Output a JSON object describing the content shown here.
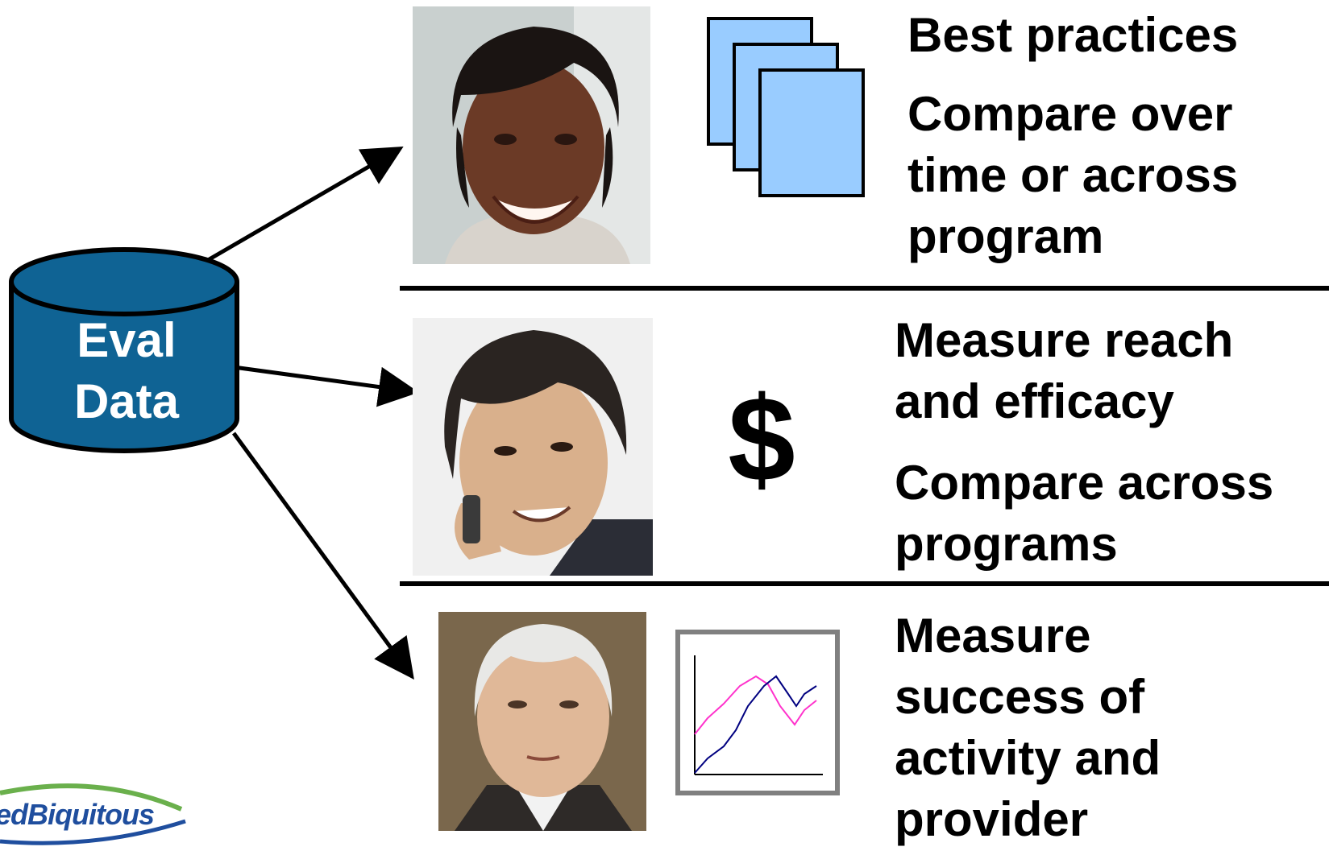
{
  "database": {
    "label": "Eval\nData",
    "fill_color": "#0f6394"
  },
  "rows": [
    {
      "icon": "documents-stack-icon",
      "person": "smiling-woman-photo",
      "text_blocks": [
        "Best practices",
        "Compare over\ntime or across\nprogram"
      ]
    },
    {
      "icon": "dollar-sign-icon",
      "icon_text": "$",
      "person": "man-on-phone-photo",
      "text_blocks": [
        "Measure reach\nand efficacy",
        "Compare across\nprograms"
      ]
    },
    {
      "icon": "line-chart-icon",
      "person": "older-man-photo",
      "text_blocks": [
        "Measure\nsuccess of\nactivity and\nprovider"
      ]
    }
  ],
  "logo": {
    "text": "edBiquitous"
  },
  "colors": {
    "doc_fill": "#99ccff",
    "chart_line_1": "#ff33cc",
    "chart_line_2": "#000080",
    "chart_frame": "#808080"
  }
}
